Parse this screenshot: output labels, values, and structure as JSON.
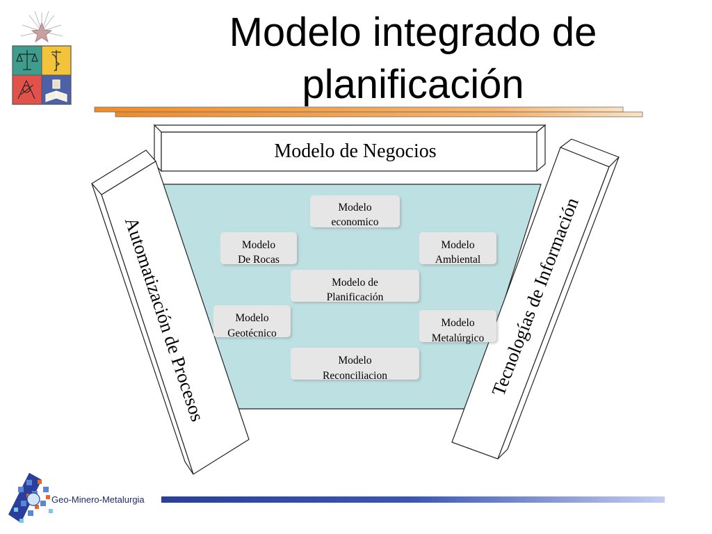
{
  "slide": {
    "title_line1": "Modelo integrado de",
    "title_line2": "planificación"
  },
  "diagram": {
    "top_bar": "Modelo de Negocios",
    "left_bar": "Automatización de Procesos",
    "right_bar": "Tecnologías de Información",
    "nodes": [
      {
        "line1": "Modelo",
        "line2": "economico"
      },
      {
        "line1": "Modelo",
        "line2": "De Rocas"
      },
      {
        "line1": "Modelo",
        "line2": "Ambiental"
      },
      {
        "line1": "Modelo de",
        "line2": "Planificación"
      },
      {
        "line1": "Modelo",
        "line2": "Geotécnico"
      },
      {
        "line1": "Modelo",
        "line2": "Metalúrgico"
      },
      {
        "line1": "Modelo",
        "line2": "Reconciliacion"
      }
    ]
  },
  "footer": {
    "logo_text": "Geo-Minero-Metalurgia"
  },
  "colors": {
    "title_bar_orange": "#f08c28",
    "funnel_fill": "#bde0e3",
    "node_fill": "#e6e6e6",
    "footer_bar_blue": "#2a3f9c"
  },
  "icons": [
    "university-crest-icon",
    "geo-minero-metalurgia-logo-icon"
  ]
}
